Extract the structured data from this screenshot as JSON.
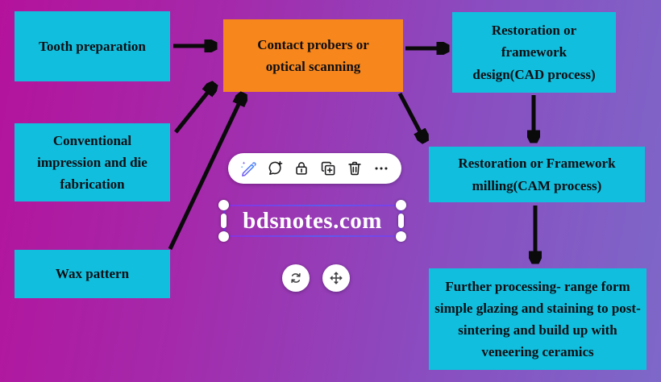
{
  "canvas": {
    "bg_gradient_left": "#b4129c",
    "bg_gradient_right": "#7d68c8",
    "node_fill_cyan": "#12bede",
    "node_fill_orange": "#f7861d",
    "node_text_color": "#0e0e12",
    "arrow_color": "#0a0a0a",
    "selection_accent": "#7a3ce8"
  },
  "flowchart": {
    "nodes": [
      {
        "id": "tooth-preparation",
        "label": "Tooth preparation",
        "fill": "cyan"
      },
      {
        "id": "conventional-impression",
        "label": "Conventional impression and die fabrication",
        "fill": "cyan"
      },
      {
        "id": "wax-pattern",
        "label": "Wax pattern",
        "fill": "cyan"
      },
      {
        "id": "contact-probers",
        "label": "Contact probers or optical scanning",
        "fill": "orange"
      },
      {
        "id": "cad-design",
        "label": "Restoration or framework design(CAD process)",
        "fill": "cyan"
      },
      {
        "id": "cam-milling",
        "label": "Restoration or Framework milling(CAM process)",
        "fill": "cyan"
      },
      {
        "id": "further-processing",
        "label": "Further processing- range form simple glazing and staining to post-sintering and build up with veneering ceramics",
        "fill": "cyan"
      }
    ],
    "edges": [
      {
        "from": "tooth-preparation",
        "to": "contact-probers"
      },
      {
        "from": "conventional-impression",
        "to": "contact-probers"
      },
      {
        "from": "wax-pattern",
        "to": "contact-probers"
      },
      {
        "from": "contact-probers",
        "to": "cad-design"
      },
      {
        "from": "contact-probers",
        "to": "cam-milling"
      },
      {
        "from": "cad-design",
        "to": "cam-milling"
      },
      {
        "from": "cam-milling",
        "to": "further-processing"
      }
    ]
  },
  "floating_toolbar": {
    "icons": [
      "magic-edit-icon",
      "add-comment-icon",
      "lock-icon",
      "duplicate-icon",
      "trash-icon",
      "more-icon"
    ]
  },
  "selection": {
    "text": "bdsnotes.com",
    "text_color": "#ffffff",
    "handles": [
      "corner-top-left",
      "corner-top-right",
      "corner-bottom-left",
      "corner-bottom-right",
      "side-left",
      "side-right"
    ],
    "controls": [
      "rotate-icon",
      "move-icon"
    ]
  }
}
